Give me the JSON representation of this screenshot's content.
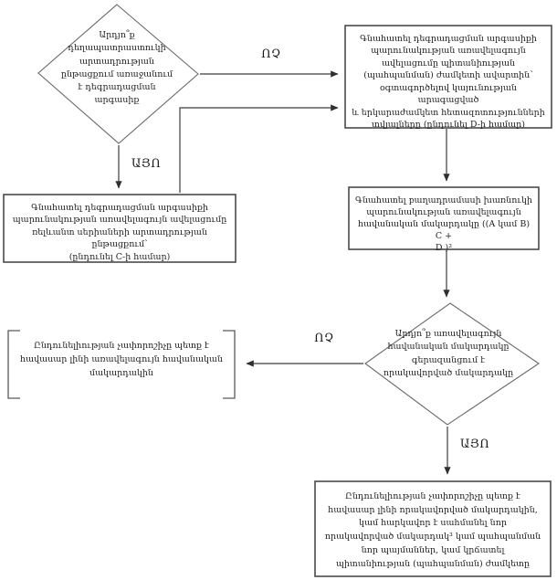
{
  "flowchart": {
    "colors": {
      "ink": "#333333",
      "background": "#ffffff"
    },
    "nodes": {
      "decision_degradation": {
        "type": "decision",
        "text": "Արդյո՞ք\nդեղապատրաստուկի\nարտադրության\nընթացքում առաջանում\nէ դեգրադացման\nարգասիք"
      },
      "estimate_shelf_life": {
        "type": "process",
        "text": "Գնահատել դեգրադացման արգասիքի\nպարունակության առավելագույն\nավելացումը պիտանիության\n(պահպանման) ժամկետի ավարտին՝\nօգտագործելով կայունության արագացված\nև երկարաժամկետ հետազոտությունների\nտվյալները (ընդունել D-ի համար)"
      },
      "estimate_manufacture": {
        "type": "process",
        "text": "Գնահատել դեգրադացման արգասիքի\nպարունակության առավելագույն ավելացումը\nռելևանտ սերիաների արտադրության ընթացքում՝\n(ընդունել C-ի համար)"
      },
      "estimate_probable_level": {
        "type": "process",
        "text": "Գնահատել բաղադրամասի խառնուկի\nպարունակության առավելագույն\nհավանական մակարդակը ((A կամ B) C +\nD )²"
      },
      "decision_exceeds": {
        "type": "decision",
        "text": "Արդյո՞ք առավելագույն\nհավանական մակարդակը\nգերազանցում է\nորակավորված մակարդակը"
      },
      "criterion_probable_level": {
        "type": "terminal",
        "text": "Ընդունելիության չափորոշիչը պետք է\nհավասար լինի առավելագույն հավանական\nմակարդակին"
      },
      "criterion_qualified_level": {
        "type": "terminal",
        "text": "Ընդունելիության չափորոշիչը պետք է\nհավասար լինի որակավորված մակարդակին,\nկամ հարկավոր է սահմանել նոր\nորակավորված մակարդակ³ կամ պահպանման\nնոր պայմաններ, կամ կրճատել\nպիտանիության (պահպանման) ժամկետը"
      }
    },
    "labels": {
      "no_top": "ՈՉ",
      "yes_top": "ԱՅՈ",
      "no_bottom": "ՈՉ",
      "yes_bottom": "ԱՅՈ"
    }
  }
}
